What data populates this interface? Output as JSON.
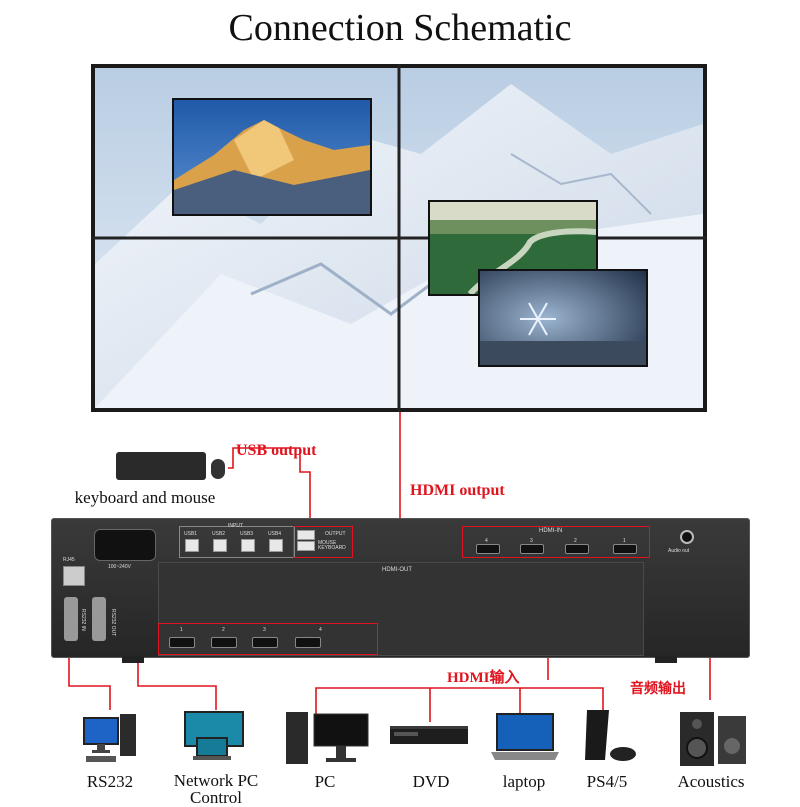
{
  "title": "Connection Schematic",
  "labels": {
    "usb_output": "USB output",
    "hdmi_output": "HDMI output",
    "keyboard_mouse": "keyboard and mouse",
    "hdmi_input_cn": "HDMI输入",
    "audio_output_cn": "音频输出"
  },
  "panel": {
    "input": "INPUT",
    "usb_ports": [
      "USB1",
      "USB2",
      "USB3",
      "USB4"
    ],
    "output": "OUTPUT",
    "mouse_keyboard": "MOUSE KEYBOARD",
    "hdmi_in": "HDMI-IN",
    "hdmi_in_ports": [
      "4",
      "3",
      "2",
      "1"
    ],
    "hdmi_out": "HDMI-OUT",
    "hdmi_out_ports": [
      "1",
      "2",
      "3",
      "4"
    ],
    "audio_out": "Audio out",
    "voltage": "100~240V",
    "rj45": "RJ45",
    "rs232_in": "RS232 IN",
    "rs232_out": "RS232 OUT"
  },
  "devices": [
    {
      "name": "RS232",
      "icon": "desktop-pc-icon"
    },
    {
      "name": "Network PC Control",
      "icon": "monitor-laptop-icon"
    },
    {
      "name": "PC",
      "icon": "pc-tower-monitor-icon"
    },
    {
      "name": "DVD",
      "icon": "dvd-player-icon"
    },
    {
      "name": "laptop",
      "icon": "laptop-icon"
    },
    {
      "name": "PS4/5",
      "icon": "game-console-icon"
    },
    {
      "name": "Acoustics",
      "icon": "speaker-icon"
    }
  ]
}
